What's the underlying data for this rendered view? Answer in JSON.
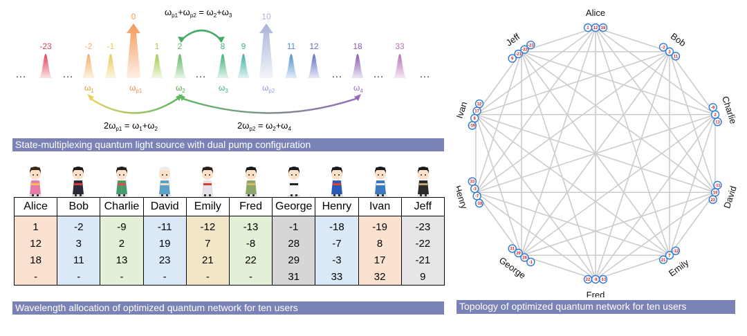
{
  "panel_a": {
    "caption": "State-multiplexing quantum light source with dual pump configuration",
    "ellipsis": "…",
    "peaks": [
      {
        "label": "-23",
        "color": "#e0405a"
      },
      {
        "label": "-2",
        "color": "#f0b060"
      },
      {
        "label": "-1",
        "color": "#e8c850"
      },
      {
        "label": "0",
        "color": "#f39a5a",
        "pump": true
      },
      {
        "label": "1",
        "color": "#a8c850"
      },
      {
        "label": "2",
        "color": "#60b860"
      },
      {
        "label": "8",
        "color": "#40b07a"
      },
      {
        "label": "9",
        "color": "#40b0a0"
      },
      {
        "label": "10",
        "color": "#a8b4d8",
        "pump": true
      },
      {
        "label": "11",
        "color": "#5090d0"
      },
      {
        "label": "12",
        "color": "#6070c0"
      },
      {
        "label": "18",
        "color": "#8858b0"
      },
      {
        "label": "33",
        "color": "#b870b8"
      }
    ],
    "freq_labels": [
      {
        "main": "ω",
        "sub": "1",
        "color": "#d8a030"
      },
      {
        "main": "ω",
        "sub": "p1",
        "color": "#f08a50"
      },
      {
        "main": "ω",
        "sub": "2",
        "color": "#5aa845"
      },
      {
        "main": "ω",
        "sub": "3",
        "color": "#3aaa8a"
      },
      {
        "main": "ω",
        "sub": "p2",
        "color": "#8c9cd8"
      },
      {
        "main": "ω",
        "sub": "4",
        "color": "#9a6ab8"
      }
    ],
    "eq_top": [
      {
        "t": "ω"
      },
      {
        "t": "p1",
        "sub": true
      },
      {
        "t": "+ω"
      },
      {
        "t": "p2",
        "sub": true
      },
      {
        "t": " = ω"
      },
      {
        "t": "2",
        "sub": true
      },
      {
        "t": "+ω"
      },
      {
        "t": "3",
        "sub": true
      }
    ],
    "eq_left": [
      {
        "t": "2ω"
      },
      {
        "t": "p1",
        "sub": true
      },
      {
        "t": " = ω"
      },
      {
        "t": "1",
        "sub": true
      },
      {
        "t": "+ω"
      },
      {
        "t": "2",
        "sub": true
      }
    ],
    "eq_right": [
      {
        "t": "2ω"
      },
      {
        "t": "p2",
        "sub": true
      },
      {
        "t": " = ω"
      },
      {
        "t": "2",
        "sub": true
      },
      {
        "t": "+ω"
      },
      {
        "t": "4",
        "sub": true
      }
    ]
  },
  "table": {
    "caption": "Wavelength allocation of optimized quantum network for ten users",
    "headers": [
      "Alice",
      "Bob",
      "Charlie",
      "David",
      "Emily",
      "Fred",
      "George",
      "Henry",
      "Ivan",
      "Jeff"
    ],
    "col_colors": [
      "#fbe1d0",
      "#dbe8f6",
      "#e3efd6",
      "#dbe8f6",
      "#f1e7c6",
      "#e3efd6",
      "#d6d6d6",
      "#dbe8f6",
      "#fbe1d0",
      "#e6e6e6"
    ],
    "rows": [
      [
        "1",
        "-2",
        "-9",
        "-11",
        "-12",
        "-13",
        "-1",
        "-18",
        "-19",
        "-23"
      ],
      [
        "12",
        "3",
        "2",
        "19",
        "7",
        "-8",
        "28",
        "-7",
        "8",
        "-22"
      ],
      [
        "18",
        "11",
        "13",
        "23",
        "21",
        "22",
        "29",
        "-3",
        "17",
        "-21"
      ],
      [
        "-",
        "-",
        "-",
        "-",
        "-",
        "-",
        "31",
        "33",
        "32",
        "9"
      ]
    ],
    "figure_colors": [
      {
        "hair": "#3a2a1e",
        "body": "#e87aa8",
        "accent": "#f2c14e"
      },
      {
        "hair": "#1a1a1a",
        "body": "#2a2a3a",
        "accent": "#d83a3a"
      },
      {
        "hair": "#2a1e1a",
        "body": "#4a9a6a",
        "accent": "#e84a4a"
      },
      {
        "hair": "#eeeeee",
        "body": "#5aa0c8",
        "accent": "#f0e0c0"
      },
      {
        "hair": "#2a1e1a",
        "body": "#e8e0ea",
        "accent": "#d8402a"
      },
      {
        "hair": "#1a1a1a",
        "body": "#8aa868",
        "accent": "#d8b868"
      },
      {
        "hair": "#1a1a1a",
        "body": "#f6f6f6",
        "accent": "#222222"
      },
      {
        "hair": "#1a1a1a",
        "body": "#2a5ab8",
        "accent": "#e8402a"
      },
      {
        "hair": "#1a1a1a",
        "body": "#3a7ac0",
        "accent": "#e8e8e8"
      },
      {
        "hair": "#1a1a1a",
        "body": "#2a2a2a",
        "accent": "#c8a878"
      }
    ]
  },
  "network": {
    "caption": "Topology of optimized quantum network for ten users",
    "node_stroke": "#2a7ad8",
    "node_text_color": "#d8202a",
    "edge_color": "#cccccc",
    "nodes": [
      {
        "name": "Alice",
        "channels": [
          "1",
          "12",
          "18"
        ]
      },
      {
        "name": "Bob",
        "channels": [
          "-2",
          "3",
          "11"
        ]
      },
      {
        "name": "Charlie",
        "channels": [
          "-9",
          "2",
          "13"
        ]
      },
      {
        "name": "David",
        "channels": [
          "-11",
          "19",
          "23"
        ]
      },
      {
        "name": "Emily",
        "channels": [
          "-12",
          "7",
          "21"
        ]
      },
      {
        "name": "Fred",
        "channels": [
          "-13",
          "-8",
          "22"
        ]
      },
      {
        "name": "George",
        "channels": [
          "-1",
          "28",
          "29",
          "31"
        ]
      },
      {
        "name": "Henry",
        "channels": [
          "-18",
          "-7",
          "-3",
          "33"
        ]
      },
      {
        "name": "Ivan",
        "channels": [
          "-19",
          "8",
          "17",
          "32"
        ]
      },
      {
        "name": "Jeff",
        "channels": [
          "9",
          "-21",
          "-22",
          "-23"
        ]
      }
    ]
  }
}
